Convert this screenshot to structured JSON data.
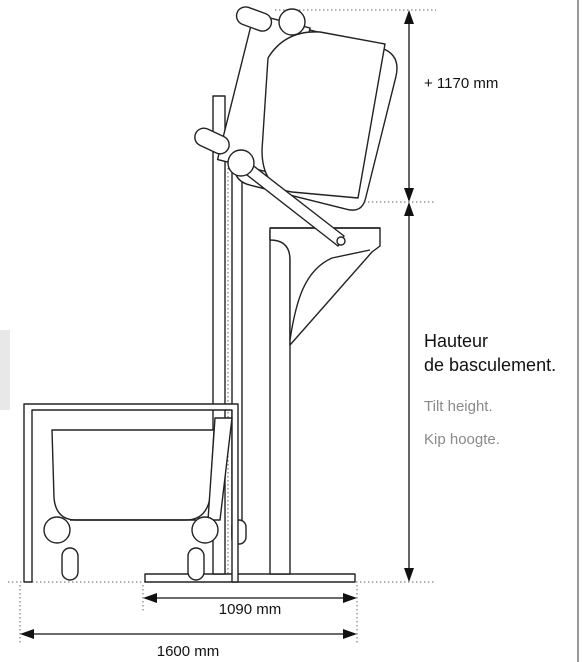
{
  "dimensions": {
    "lift_extra": "+ 1170 mm",
    "base_depth": "1090 mm",
    "overall_depth": "1600 mm"
  },
  "tilt_label": {
    "fr_line1": "Hauteur",
    "fr_line2": "de basculement.",
    "en": "Tilt height.",
    "nl": "Kip hoogte."
  },
  "colors": {
    "line": "#222222",
    "dotted": "#666666",
    "secondary_text": "#8a8a8a"
  }
}
